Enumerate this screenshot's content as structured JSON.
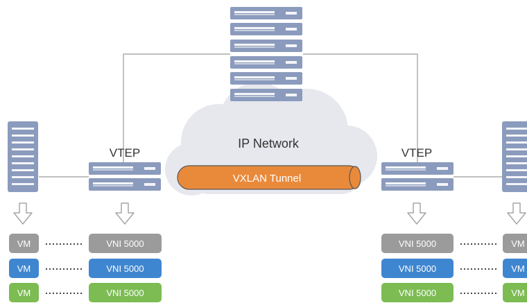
{
  "cloud": {
    "label": "IP Network"
  },
  "tunnel": {
    "label": "VXLAN Tunnel",
    "color": "#e98a3b"
  },
  "vtep_left": {
    "label": "VTEP"
  },
  "vtep_right": {
    "label": "VTEP"
  },
  "left_rows": [
    {
      "vm": "VM",
      "vni": "VNI 5000",
      "color": "#9b9b9b"
    },
    {
      "vm": "VM",
      "vni": "VNI 5000",
      "color": "#3f86d0"
    },
    {
      "vm": "VM",
      "vni": "VNI 5000",
      "color": "#7cbc53"
    }
  ],
  "right_rows": [
    {
      "vm": "VM",
      "vni": "VNI 5000",
      "color": "#9b9b9b"
    },
    {
      "vm": "VM",
      "vni": "VNI 5000",
      "color": "#3f86d0"
    },
    {
      "vm": "VM",
      "vni": "VNI 5000",
      "color": "#7cbc53"
    }
  ],
  "colors": {
    "server": "#8b9bbd",
    "cloud": "#e6e8ee",
    "line": "#9a9a9a"
  }
}
